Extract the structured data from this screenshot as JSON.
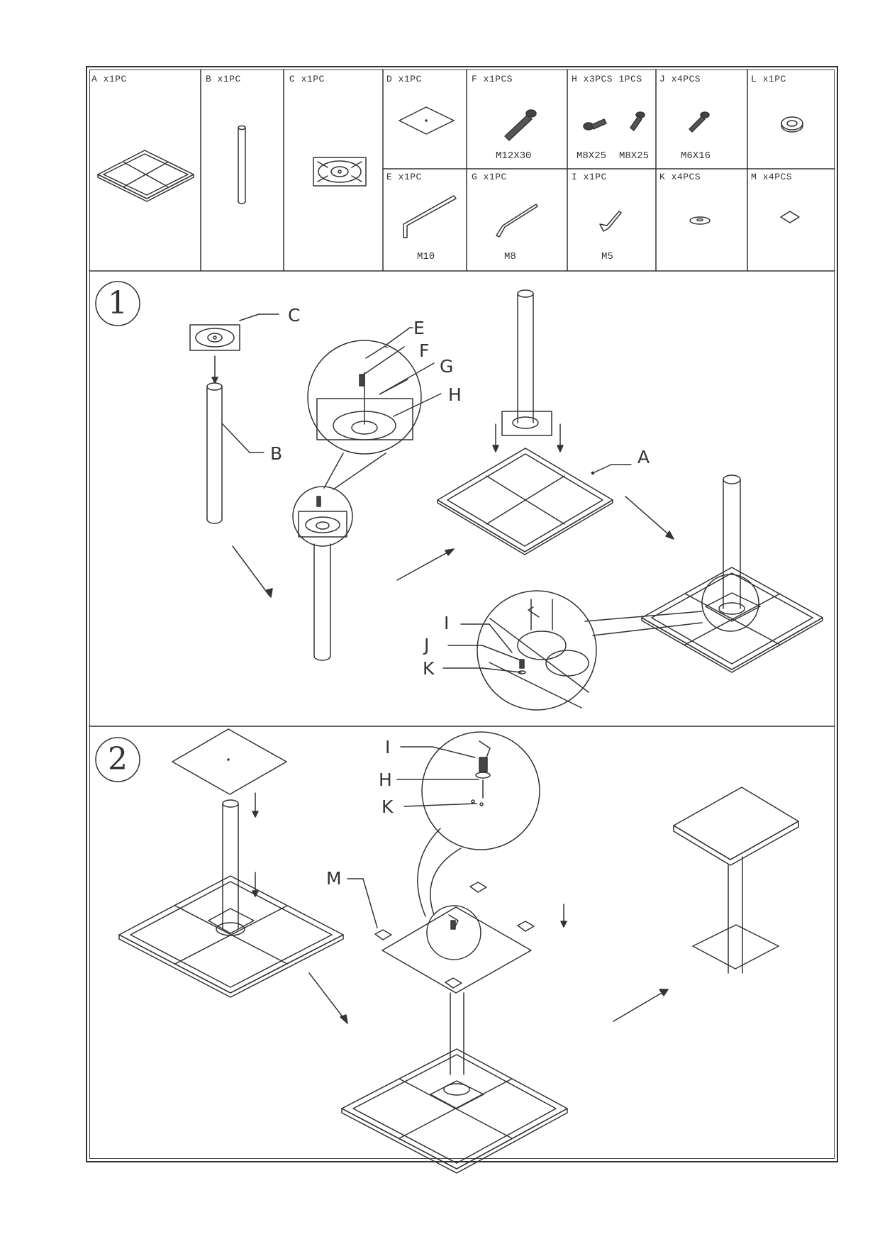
{
  "parts": {
    "A": {
      "label": "A x1PC"
    },
    "B": {
      "label": "B x1PC"
    },
    "C": {
      "label": "C  x1PC"
    },
    "D": {
      "label": "D x1PC"
    },
    "F": {
      "label": "F x1PCS",
      "size": "M12X30"
    },
    "H": {
      "label": "H x3PCS   1PCS",
      "size_a": "M8X25",
      "size_b": "M8X25"
    },
    "J": {
      "label": "J x4PCS",
      "size": "M6X16"
    },
    "L": {
      "label": "L x1PC"
    },
    "E": {
      "label": "E x1PC",
      "size": "M10"
    },
    "G": {
      "label": "G x1PC",
      "size": "M8"
    },
    "I": {
      "label": "I x1PC",
      "size": "M5"
    },
    "K": {
      "label": "K x4PCS"
    },
    "M": {
      "label": "M x4PCS"
    }
  },
  "step1": {
    "number": "1",
    "callouts": {
      "C": "C",
      "B": "B",
      "E": "E",
      "F": "F",
      "G": "G",
      "H": "H",
      "A": "A",
      "I": "I",
      "J": "J",
      "K": "K"
    }
  },
  "step2": {
    "number": "2",
    "callouts": {
      "I": "I",
      "H": "H",
      "K": "K",
      "M": "M"
    }
  }
}
